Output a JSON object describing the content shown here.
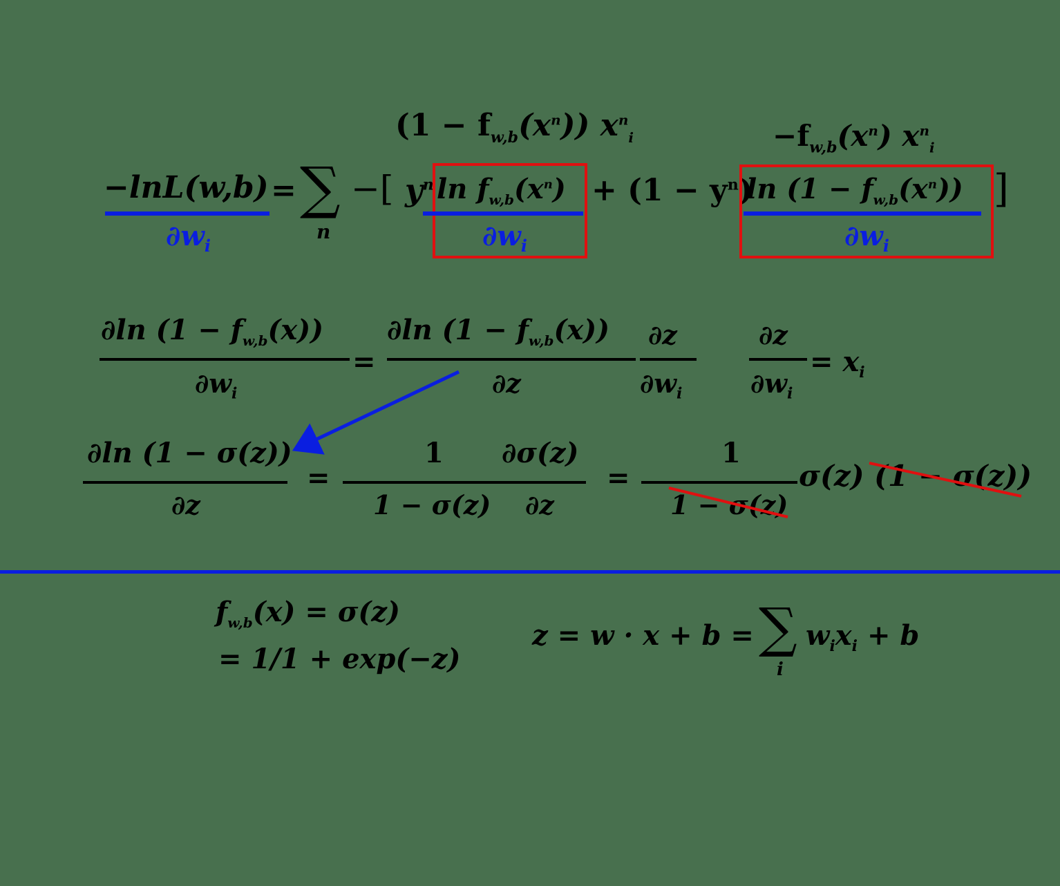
{
  "eq1": {
    "lhs_num": "−lnL(w,b)",
    "lhs_den": "∂w",
    "lhs_den_sub": "i",
    "eq": "=",
    "sum_sym": "∑",
    "sum_index": "n",
    "minus_bracket": "−[",
    "y_n": "y",
    "y_sup": "n",
    "box1_num": "ln f",
    "box1_num_sub": "w,b",
    "box1_num_arg": "(x",
    "box1_num_arg_sup": "n",
    "box1_num_arg_close": ")",
    "box1_den": "∂w",
    "box1_den_sub": "i",
    "plus_term": "+ (1 − y",
    "plus_term_sup": "n",
    "plus_term_close": ")",
    "box2_num": "ln (1 − f",
    "box2_num_sub": "w,b",
    "box2_num_arg": "(x",
    "box2_num_arg_sup": "n",
    "box2_num_arg_close": "))",
    "box2_den": "∂w",
    "box2_den_sub": "i",
    "close_bracket": "]",
    "above1": "(1 − f",
    "above1_sub": "w,b",
    "above1_arg": "(x",
    "above1_arg_sup": "n",
    "above1_close": ")) x",
    "above1_x_sup": "n",
    "above1_x_sub": "i",
    "above2": "−f",
    "above2_sub": "w,b",
    "above2_arg": "(x",
    "above2_arg_sup": "n",
    "above2_close": ") x",
    "above2_x_sup": "n",
    "above2_x_sub": "i"
  },
  "eq2": {
    "lhs_num": "∂ln (1 − f",
    "lhs_num_sub": "w,b",
    "lhs_num_arg": "(x))",
    "lhs_den": "∂w",
    "lhs_den_sub": "i",
    "eq": "=",
    "mid_num": "∂ln (1 − f",
    "mid_num_sub": "w,b",
    "mid_num_arg": "(x))",
    "mid_den": "∂z",
    "dz_num": "∂z",
    "dz_den": "∂w",
    "dz_den_sub": "i",
    "side_num": "∂z",
    "side_den": "∂w",
    "side_den_sub": "i",
    "side_rhs": "= x",
    "side_rhs_sub": "i"
  },
  "eq3": {
    "lhs_num": "∂ln (1 − σ(z))",
    "lhs_den": "∂z",
    "eq": "=",
    "frac1_num": "1",
    "frac1_den": "1 − σ(z)",
    "frac2_num": "∂σ(z)",
    "frac2_den": "∂z",
    "eq2": "=",
    "frac3_num": "1",
    "frac3_den": "1 − σ(z)",
    "tail": "σ(z) (1 − σ(z))"
  },
  "defs": {
    "f_line1": "f",
    "f_line1_sub": "w,b",
    "f_line1_rest": "(x) = σ(z)",
    "f_line2": "= 1/1 + exp(−z)",
    "z_def": "z = w · x + b = ",
    "z_sum": "∑",
    "z_sum_index": "i",
    "z_def_rest": "w",
    "z_def_rest_sub": "i",
    "z_def_rest2": "x",
    "z_def_rest2_sub": "i",
    "z_def_tail": " + b"
  },
  "colors": {
    "background": "#48704e",
    "highlight_box": "#e01010",
    "blue_accent": "#0a1ee0",
    "strike": "#e01010",
    "ink": "#000000"
  }
}
